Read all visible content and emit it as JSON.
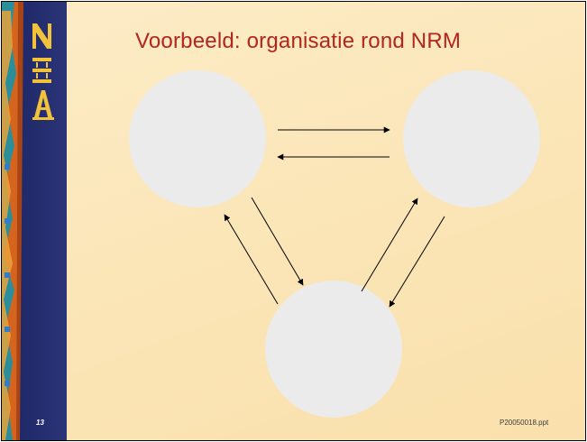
{
  "slide": {
    "title": "Voorbeeld: organisatie rond NRM",
    "page_number": "13",
    "file_name": "P20050018.ppt"
  },
  "logo": {
    "letters": [
      "N",
      "E",
      "A"
    ]
  },
  "diagram": {
    "node_count": 3,
    "node_color": "#ebebeb",
    "arrow_color": "#000000",
    "edges": [
      {
        "from": "top-left",
        "to": "top-right"
      },
      {
        "from": "top-right",
        "to": "top-left"
      },
      {
        "from": "top-left",
        "to": "bottom"
      },
      {
        "from": "bottom",
        "to": "top-left"
      },
      {
        "from": "bottom",
        "to": "top-right"
      },
      {
        "from": "top-right",
        "to": "bottom"
      }
    ]
  },
  "colors": {
    "background": "#fbe5b6",
    "sidebar": "#232c6e",
    "title": "#b3261e",
    "logo": "#f2c23a"
  }
}
